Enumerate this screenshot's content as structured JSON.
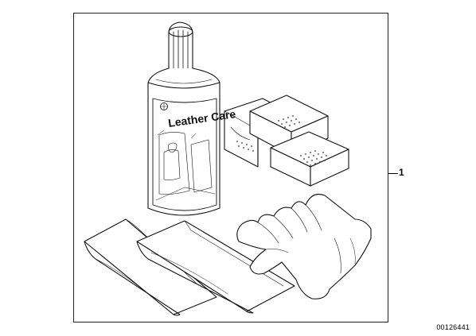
{
  "bottle": {
    "label_text": "Leather Care"
  },
  "callout": {
    "number": "1"
  },
  "reference_id": "00126441"
}
